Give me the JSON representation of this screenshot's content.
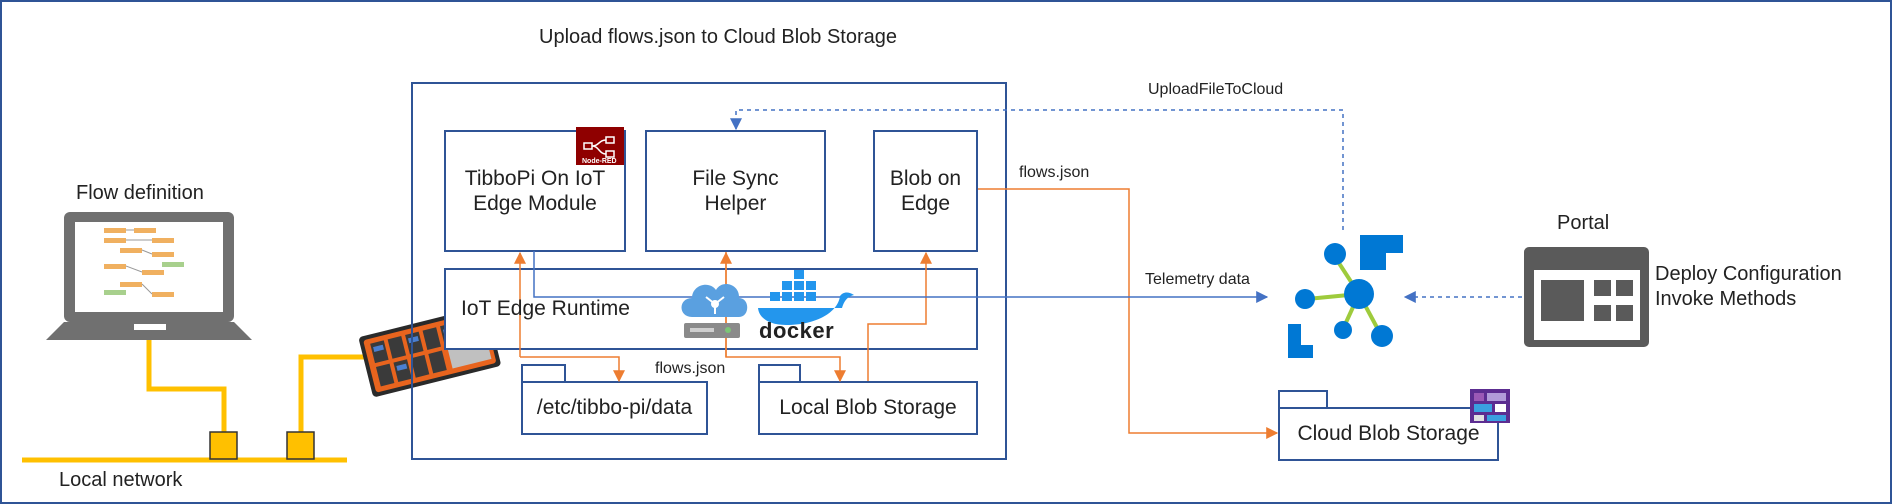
{
  "title": "Upload flows.json to Cloud Blob Storage",
  "modules": {
    "tibbopi": "TibboPi On IoT\nEdge Module",
    "filesync": "File Sync\nHelper",
    "blob_edge": "Blob on\nEdge",
    "runtime": "IoT Edge Runtime",
    "etc_data": "/etc/tibbo-pi/data",
    "local_blob": "Local Blob Storage",
    "cloud_blob": "Cloud Blob Storage"
  },
  "labels": {
    "flow_definition": "Flow definition",
    "local_network": "Local network",
    "upload_file": "UploadFileToCloud",
    "flows_json_top": "flows.json",
    "flows_json_bottom": "flows.json",
    "telemetry": "Telemetry data",
    "portal": "Portal",
    "deploy_config": "Deploy Configuration",
    "invoke_methods": "Invoke Methods",
    "docker": "docker",
    "nodered": "Node-RED"
  },
  "colors": {
    "box_border": "#2f5496",
    "orange_arrow": "#ed7d31",
    "blue_arrow": "#4472c4",
    "network_yellow": "#ffc000",
    "iot_hub_blue": "#0078d4",
    "portal_gray": "#5a5a5a"
  },
  "icons": [
    "laptop-icon",
    "tibbo-pi-board-icon",
    "node-red-icon",
    "cloud-sync-icon",
    "docker-icon",
    "iot-hub-icon",
    "portal-icon",
    "blob-storage-icon"
  ]
}
